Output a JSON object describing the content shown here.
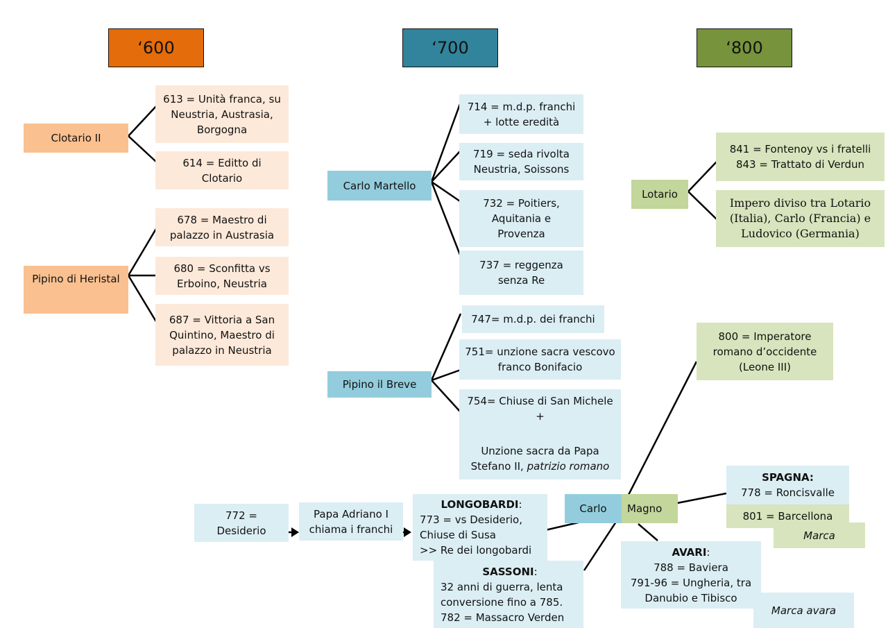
{
  "centuries": {
    "c600": "‘600",
    "c700": "‘700",
    "c800": "‘800"
  },
  "clotario": {
    "name": "Clotario II",
    "e613": [
      "613 =  Unità franca, su",
      "Neustria, Austrasia,",
      "Borgogna"
    ],
    "e614": [
      "614 =  Editto di",
      "Clotario"
    ]
  },
  "pipino_heristal": {
    "name": "Pipino di Heristal",
    "e678": [
      "678 =  Maestro di",
      "palazzo in Austrasia"
    ],
    "e680": [
      "680 =  Sconfitta vs",
      "Erboino, Neustria"
    ],
    "e687": [
      "687 =  Vittoria a San",
      "Quintino, Maestro di",
      "palazzo in Neustria"
    ]
  },
  "carlo_martello": {
    "name": "Carlo Martello",
    "e714": [
      "714 = m.d.p. franchi",
      "+ lotte eredità"
    ],
    "e719": [
      "719 = seda rivolta",
      "Neustria, Soissons"
    ],
    "e732": [
      "732 = Poitiers,",
      "Aquitania e",
      "Provenza"
    ],
    "e737": [
      "737 = reggenza",
      "senza Re"
    ]
  },
  "pipino_breve": {
    "name": "Pipino il Breve",
    "e747": "747= m.d.p. dei franchi",
    "e751": [
      "751= unzione sacra vescovo",
      "franco Bonifacio"
    ],
    "e754": [
      "754= Chiuse di San Michele",
      "+"
    ],
    "e754b": {
      "line1": "Unzione sacra da Papa",
      "line2a": "Stefano II, ",
      "line2b": "patrizio romano"
    }
  },
  "lotario": {
    "name": "Lotario",
    "e841": [
      "841 = Fontenoy vs i fratelli",
      "843 = Trattato di Verdun"
    ],
    "impero": [
      "Impero diviso tra Lotario",
      "(Italia), Carlo (Francia) e",
      "Ludovico (Germania)"
    ]
  },
  "carlo_magno": {
    "name_a": "Carlo",
    "name_b": "Magno",
    "e800": [
      "800 = Imperatore",
      "romano d’occidente",
      "(Leone III)"
    ],
    "spagna": {
      "title": "SPAGNA:",
      "e778": "778 = Roncisvalle",
      "e801": "801 = Barcellona",
      "marca": "Marca"
    },
    "avari": {
      "title": "AVARI",
      "colon": ":",
      "lines": [
        "788 = Baviera",
        "791-96 = Ungheria, tra",
        "Danubio e Tibisco"
      ],
      "marca": "Marca avara"
    },
    "longobardi": {
      "title": "LONGOBARDI",
      "colon": ":",
      "lines": [
        "773 = vs Desiderio,",
        "Chiuse di Susa",
        ">> Re dei longobardi"
      ]
    },
    "sassoni": {
      "title": "SASSONI",
      "colon": ":",
      "lines": [
        "32 anni di guerra, lenta",
        "conversione fino a 785.",
        "782 = Massacro Verden"
      ]
    },
    "e772": [
      "772 =",
      "Desiderio"
    ],
    "papa": [
      "Papa Adriano I",
      "chiama i franchi"
    ]
  },
  "colors": {
    "c600": "#e46c0a",
    "c700": "#31849b",
    "c800": "#77933c"
  }
}
